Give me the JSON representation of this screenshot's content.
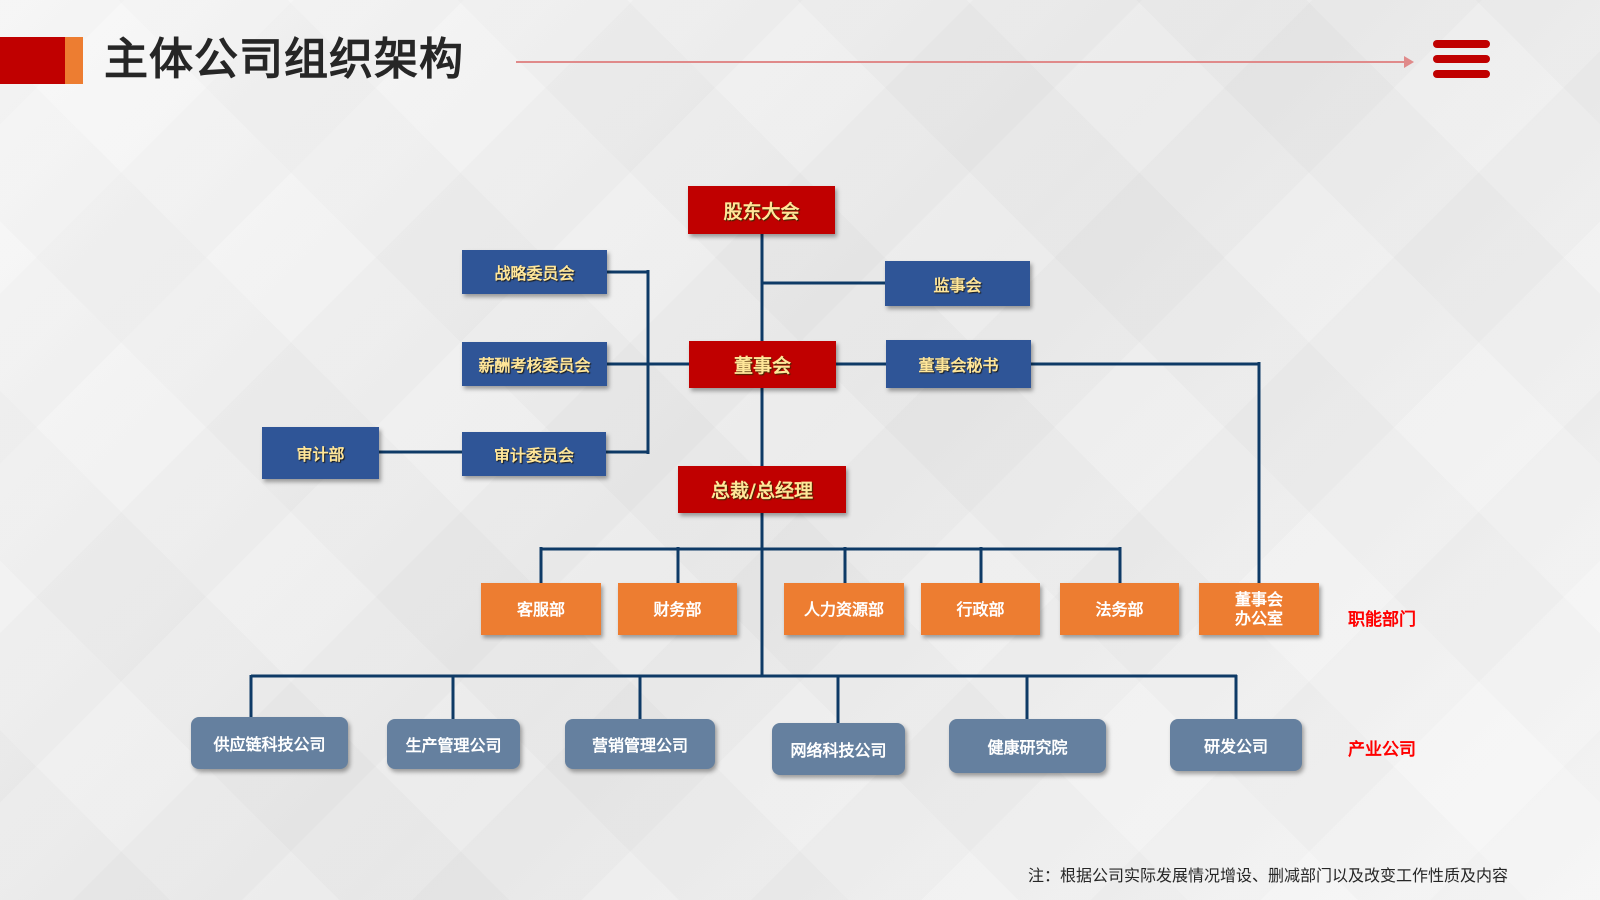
{
  "header": {
    "title": "主体公司组织架构",
    "menu_icon": "hamburger-menu-icon",
    "accent_red": "#c00000",
    "accent_orange": "#ed7d31"
  },
  "org": {
    "shareholders_meeting": "股东大会",
    "supervisory_board": "监事会",
    "board_of_directors": "董事会",
    "board_secretary": "董事会秘书",
    "strategy_committee": "战略委员会",
    "compensation_committee": "薪酬考核委员会",
    "audit_committee": "审计委员会",
    "audit_department": "审计部",
    "president": "总裁/总经理"
  },
  "functional_departments": {
    "label": "职能部门",
    "items": [
      {
        "name": "客服部"
      },
      {
        "name": "财务部"
      },
      {
        "name": "人力资源部"
      },
      {
        "name": "行政部"
      },
      {
        "name": "法务部"
      },
      {
        "name_line1": "董事会",
        "name_line2": "办公室"
      }
    ]
  },
  "industry_companies": {
    "label": "产业公司",
    "items": [
      {
        "name": "供应链科技公司"
      },
      {
        "name": "生产管理公司"
      },
      {
        "name": "营销管理公司"
      },
      {
        "name": "网络科技公司"
      },
      {
        "name": "健康研究院"
      },
      {
        "name": "研发公司"
      }
    ]
  },
  "footnote": "注：根据公司实际发展情况增设、删减部门以及改变工作性质及内容",
  "colors": {
    "executive_box": "#c00000",
    "committee_box": "#2f5597",
    "department_box": "#ed7d31",
    "company_box": "#65809f",
    "connector": "#0e3a66",
    "section_label": "#ff0000"
  }
}
